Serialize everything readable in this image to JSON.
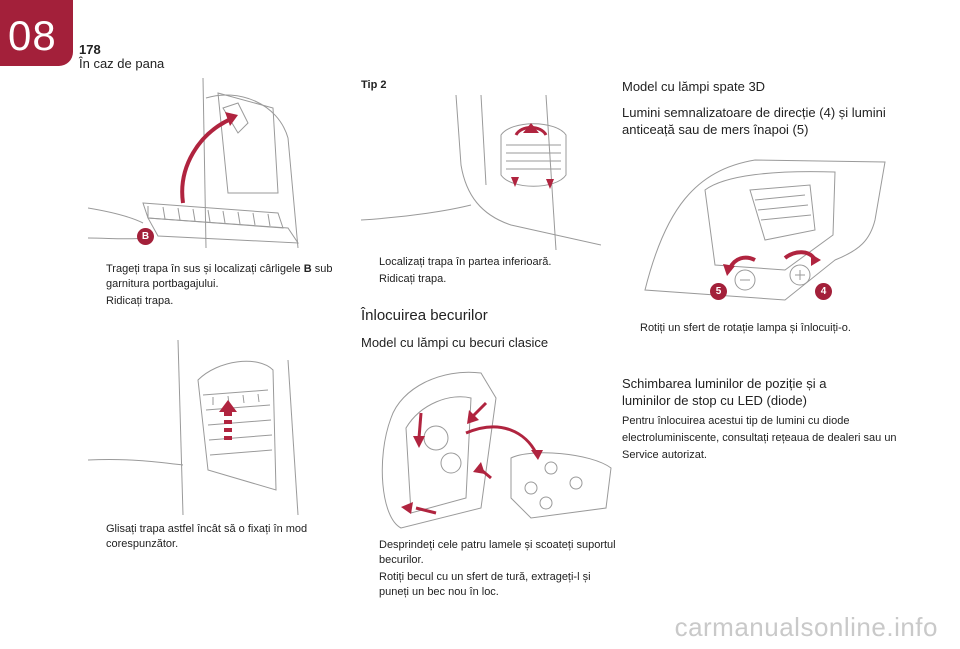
{
  "header": {
    "chapter": "08",
    "page_number": "178",
    "section": "În caz de pana"
  },
  "col1": {
    "steps_a": [
      {
        "pre": "Trageți trapa în sus și localizați cârligele ",
        "bold": "B",
        "post": " sub garnitura portbagajului."
      },
      {
        "text": "Ridicați trapa."
      }
    ],
    "steps_b": [
      {
        "text": "Glisați trapa astfel încât să o fixați în mod corespunzător."
      }
    ],
    "figure_label": "B"
  },
  "col2": {
    "tip_label": "Tip 2",
    "steps_a": [
      {
        "text": "Localizați trapa în partea inferioară."
      },
      {
        "text": "Ridicați trapa."
      }
    ],
    "heading": "Înlocuirea becurilor",
    "subheading": "Model cu lămpi cu becuri clasice",
    "steps_b": [
      {
        "text": "Desprindeți cele patru lamele și scoateți suportul becurilor."
      },
      {
        "text": "Rotiți becul cu un sfert de tură, extrageți-l și puneți un bec nou în loc."
      }
    ]
  },
  "col3": {
    "heading": "Model cu lămpi spate 3D",
    "subheading": "Lumini semnalizatoare de direcție (4) și lumini anticeață sau de mers înapoi (5)",
    "figure_labels": [
      "5",
      "4"
    ],
    "steps_a": [
      {
        "text": "Rotiți un sfert de rotație lampa și înlocuiți-o."
      }
    ],
    "heading2": "Schimbarea luminilor de poziție și a luminilor de stop cu LED (diode)",
    "paragraph": "Pentru înlocuirea acestui tip de lumini cu diode electroluminiscente, consultați rețeaua de dealeri sau un Service autorizat."
  },
  "bullet_mark": "",
  "watermark": "carmanualsonline.info",
  "colors": {
    "accent": "#a3203a",
    "arrow": "#b0243f",
    "line": "#9a9a9a",
    "watermark": "#c9c9c9"
  }
}
